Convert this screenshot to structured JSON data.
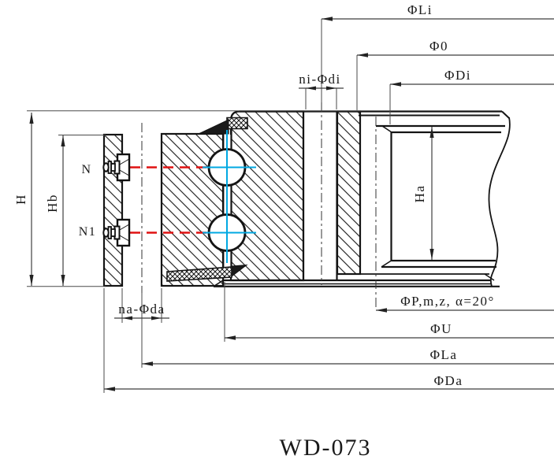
{
  "title": "WD-073",
  "dimension_labels": {
    "phi_Li": "ΦLi",
    "phi_0": "Φ0",
    "phi_Di": "ΦDi",
    "ni_phi_di": "ni-Φdi",
    "phi_P": "ΦP,m,z, α=20°",
    "phi_U": "ΦU",
    "phi_La": "ΦLa",
    "phi_Da": "ΦDa",
    "na_phi_da": "na-Φda",
    "H": "H",
    "Hb": "Hb",
    "Ha": "Ha",
    "N": "N",
    "N1": "N1"
  },
  "colors": {
    "outline": "#141414",
    "dimension": "#3f3f3f",
    "grease_line_red": "#e01212",
    "raceway_cyan": "#00a8e2"
  }
}
